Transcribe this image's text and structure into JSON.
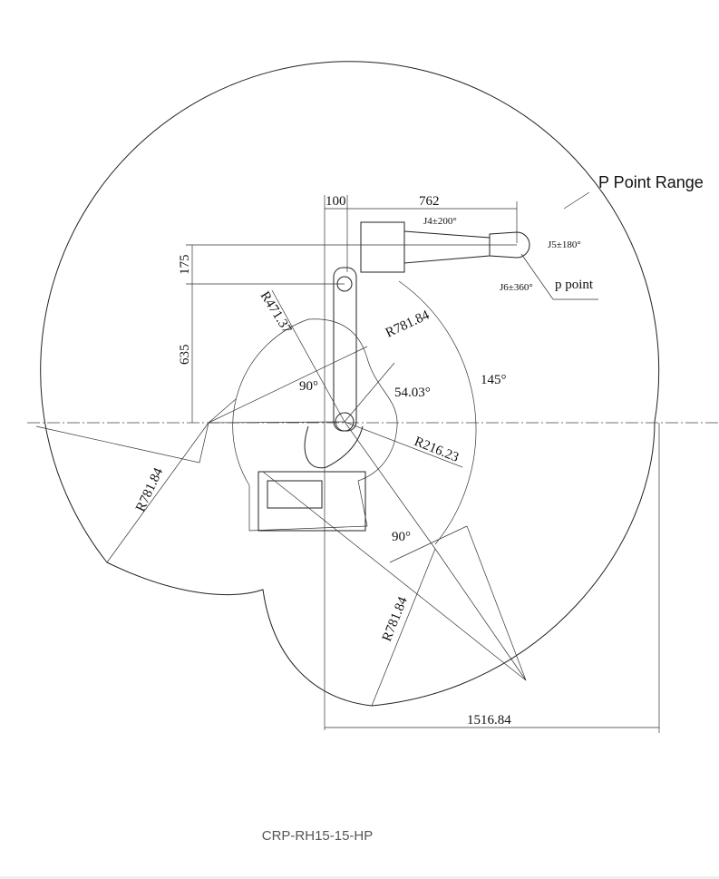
{
  "diagram": {
    "range_label": "P Point Range",
    "point_label": "p point",
    "dimensions": {
      "offset_100": "100",
      "reach_762": "762",
      "height_175": "175",
      "height_635": "635",
      "total_1516": "1516.84"
    },
    "radii": {
      "r471": "R471.37",
      "r781_upper": "R781.84",
      "r781_left": "R781.84",
      "r781_lower": "R781.84",
      "r216": "R216.23"
    },
    "angles": {
      "a90_upper": "90°",
      "a54": "54.03°",
      "a145": "145°",
      "a90_lower": "90°"
    },
    "joints": {
      "j4": "J4±200°",
      "j5": "J5±180°",
      "j6": "J6±360°"
    }
  },
  "caption": "CRP-RH15-15-HP"
}
